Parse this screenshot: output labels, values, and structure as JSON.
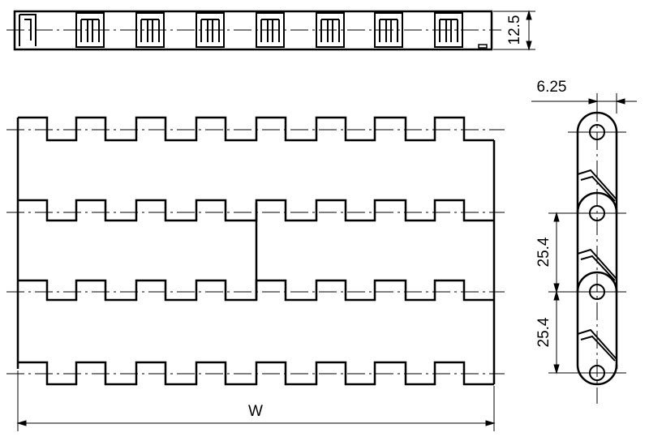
{
  "dimensions": {
    "height_label": "12.5",
    "pin_offset_label": "6.25",
    "pitch_upper_label": "25.4",
    "pitch_lower_label": "25.4",
    "width_label": "W"
  },
  "colors": {
    "stroke": "#000000",
    "background": "#ffffff"
  }
}
